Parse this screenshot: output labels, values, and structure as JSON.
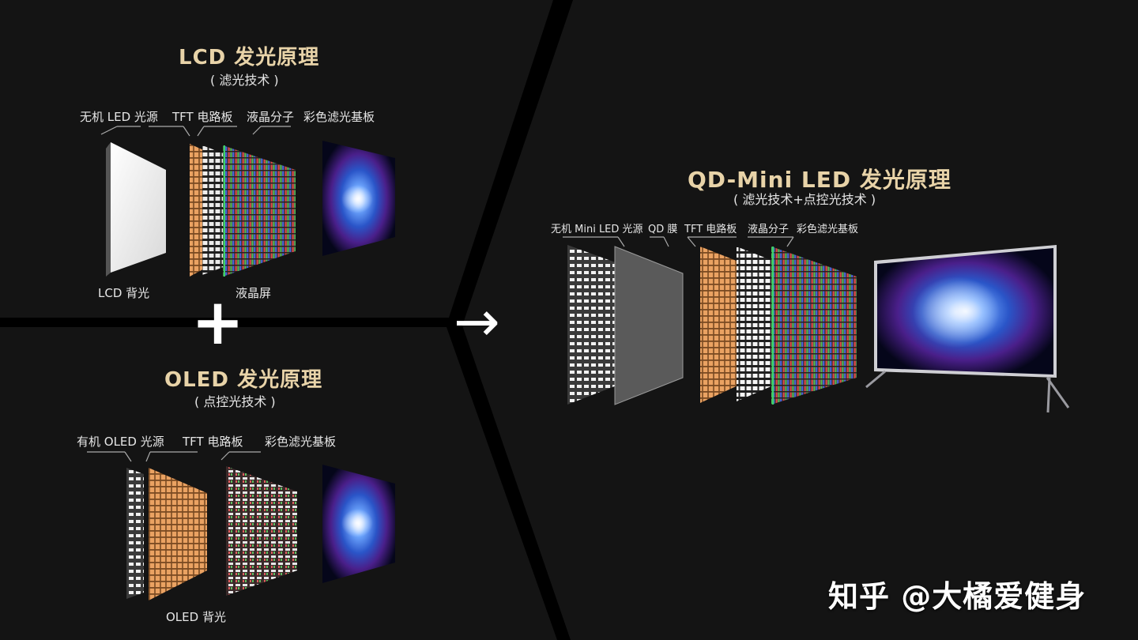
{
  "lcd": {
    "title": "LCD 发光原理",
    "subtitle": "( 滤光技术 )",
    "labels": [
      "无机 LED 光源",
      "TFT 电路板",
      "液晶分子",
      "彩色滤光基板"
    ],
    "backlight_label": "LCD 背光",
    "screen_label": "液晶屏"
  },
  "oled": {
    "title": "OLED 发光原理",
    "subtitle": "( 点控光技术 )",
    "labels": [
      "有机 OLED 光源",
      "TFT 电路板",
      "彩色滤光基板"
    ],
    "backlight_label": "OLED 背光"
  },
  "qd": {
    "title": "QD-Mini LED 发光原理",
    "subtitle": "( 滤光技术+点控光技术 )",
    "labels": [
      "无机 Mini LED 光源",
      "QD 膜",
      "TFT 电路板",
      "液晶分子",
      "彩色滤光基板"
    ]
  },
  "symbols": {
    "plus": "+",
    "arrow": "→"
  },
  "watermark": "知乎 @大橘爱健身",
  "colors": {
    "background": "#000000",
    "panel": "#141414",
    "title_gold": "#e8d3a8",
    "tft_orange": "#e8a060",
    "flower_blue": "#2a55c8",
    "flower_purple": "#9b3fc8"
  }
}
